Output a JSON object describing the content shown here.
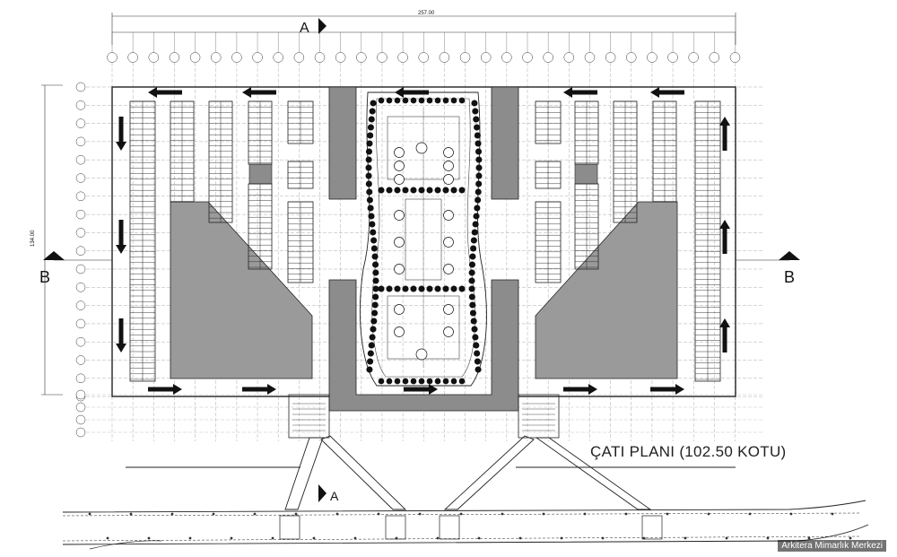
{
  "drawing": {
    "title": "ÇATI PLANI (102.50 KOTU)",
    "overall_dimension": "257.00",
    "side_dimension": "134.00",
    "section_a": "A",
    "section_b": "B",
    "watermark": "Arkitera Mimarlık Merkezi"
  },
  "colors": {
    "line": "#222222",
    "fill_dark": "#8c8c8c",
    "fill_medium": "#9a9a9a",
    "tree": "#111111",
    "background": "#ffffff"
  },
  "icons": [
    "direction-arrow-icon",
    "tree-icon",
    "section-marker-icon",
    "stair-icon"
  ]
}
